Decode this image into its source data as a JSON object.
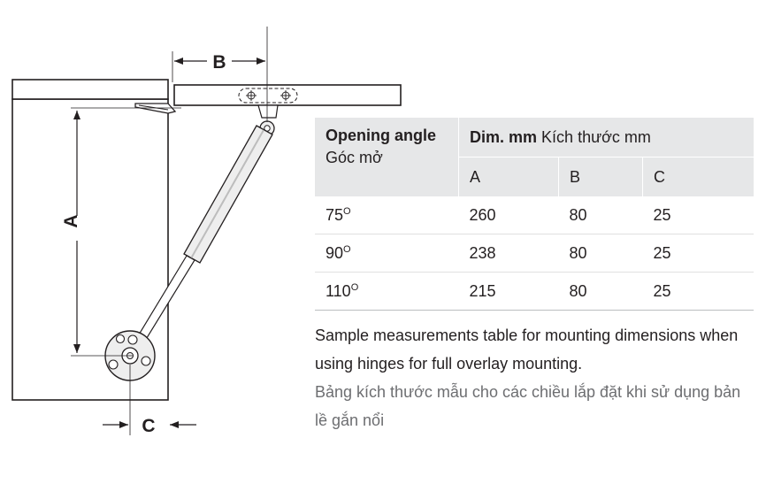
{
  "diagram": {
    "dim_a": "A",
    "dim_b": "B",
    "dim_c": "C"
  },
  "table": {
    "header": {
      "angle_en": "Opening angle",
      "angle_vi": "Góc mở",
      "dim_en": "Dim. mm",
      "dim_vi": "Kích thước mm",
      "col_a": "A",
      "col_b": "B",
      "col_c": "C"
    },
    "rows": [
      {
        "angle": "75",
        "a": "260",
        "b": "80",
        "c": "25"
      },
      {
        "angle": "90",
        "a": "238",
        "b": "80",
        "c": "25"
      },
      {
        "angle": "110",
        "a": "215",
        "b": "80",
        "c": "25"
      }
    ],
    "degree_symbol": "O"
  },
  "caption": {
    "en": "Sample measurements table for mounting dimensions when using hinges for full overlay mounting.",
    "vi": "Bảng kích thước mẫu cho các chiều lắp đặt khi sử dụng bản lề gắn nổi"
  },
  "colors": {
    "header_bg": "#e6e7e8",
    "line": "#231f20",
    "caption_vi": "#6d6e71",
    "part_fill": "#eeeeee"
  }
}
